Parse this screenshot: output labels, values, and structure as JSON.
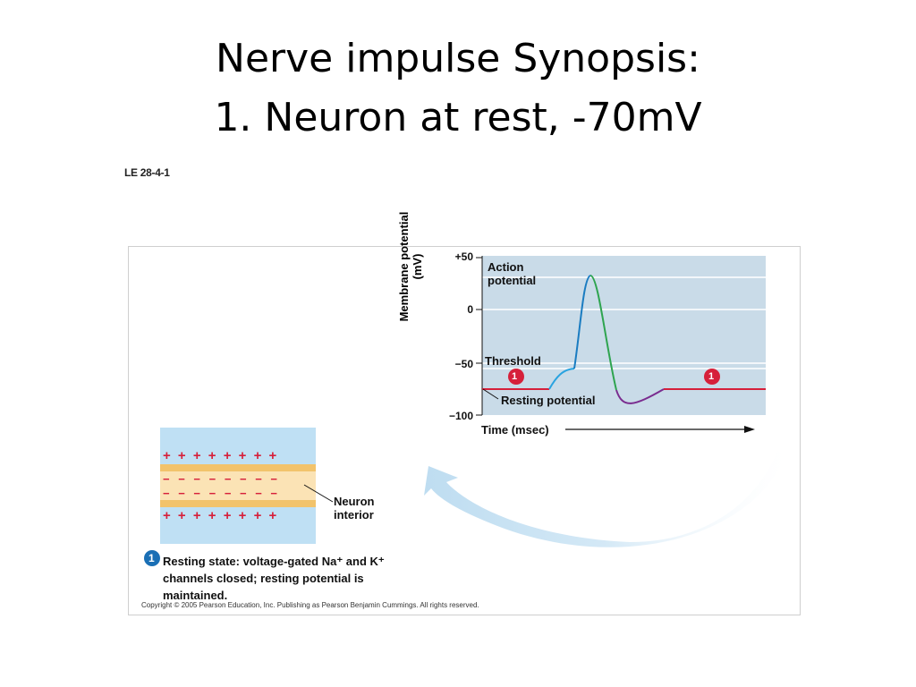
{
  "slide": {
    "title_line1": "Nerve impulse Synopsis:",
    "title_line2": "1. Neuron at rest, -70mV",
    "figure_id": "LE 28-4-1"
  },
  "graph": {
    "ylabel_line1": "Membrane potential",
    "ylabel_line2": "(mV)",
    "ticks": [
      "+50",
      "0",
      "−50",
      "−100"
    ],
    "xlabel": "Time (msec)",
    "action_line1": "Action",
    "action_line2": "potential",
    "threshold": "Threshold",
    "resting_potential": "Resting potential",
    "marker_number": "1"
  },
  "membrane": {
    "plus_signs": "+ + + + + + + +",
    "minus_signs": "− − − − − − − −",
    "interior_line1": "Neuron",
    "interior_line2": "interior"
  },
  "caption": {
    "number": "1",
    "text": "Resting state: voltage-gated Na⁺ and K⁺ channels closed; resting potential is maintained."
  },
  "copyright": "Copyright © 2005 Pearson Education, Inc. Publishing as Pearson Benjamin Cummings. All rights reserved.",
  "colors": {
    "graph_bg": "#c9dbe8",
    "resting_line": "#d6203a",
    "rising": "#1a7cc1",
    "falling": "#2ea44f",
    "undershoot": "#7a2c8f",
    "membrane_bg": "#bfe0f4",
    "lipid_outer": "#f2c36b",
    "lipid_inner": "#fbe3b5",
    "arrow": "#cfe6f5"
  }
}
